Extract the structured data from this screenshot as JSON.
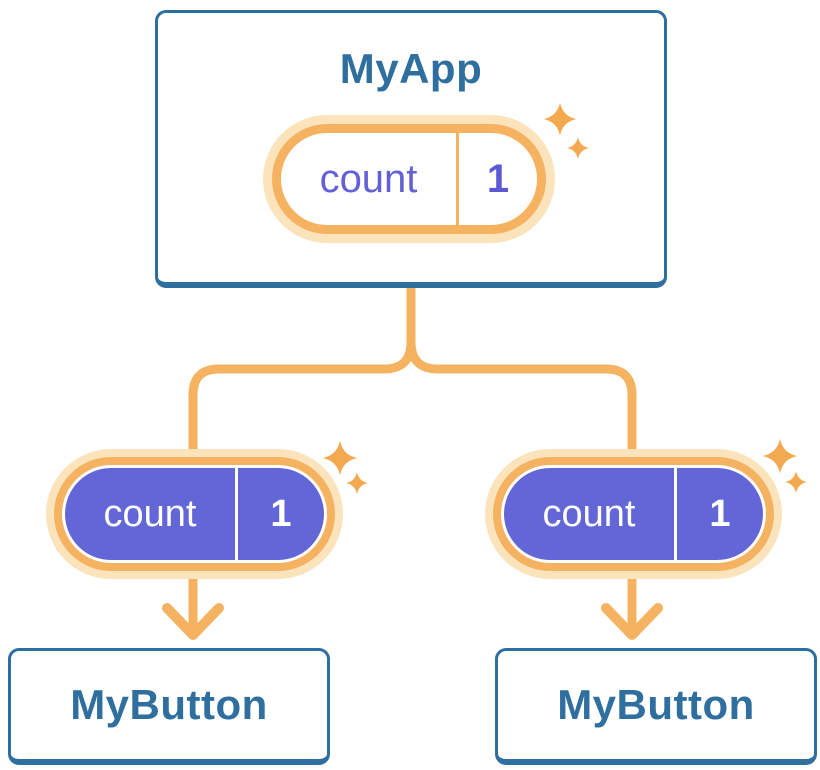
{
  "diagram": {
    "description": "React component tree showing state passed from parent to children",
    "root": {
      "title": "MyApp",
      "state": {
        "key": "count",
        "value": "1"
      }
    },
    "children": [
      {
        "label": "MyButton",
        "state": {
          "key": "count",
          "value": "1"
        }
      },
      {
        "label": "MyButton",
        "state": {
          "key": "count",
          "value": "1"
        }
      }
    ],
    "colors": {
      "card_border_blue": "#2e6f9f",
      "label_blue": "#2e6f9f",
      "connector_orange": "#f5b362",
      "pill_ring_orange": "#f5b362",
      "pill_glow_cream": "#fbe3bc",
      "sparkle_orange": "#f2a94f",
      "state_purple": "#6366d6",
      "state_text_purple": "#635fd6",
      "background": "#ffffff"
    }
  }
}
